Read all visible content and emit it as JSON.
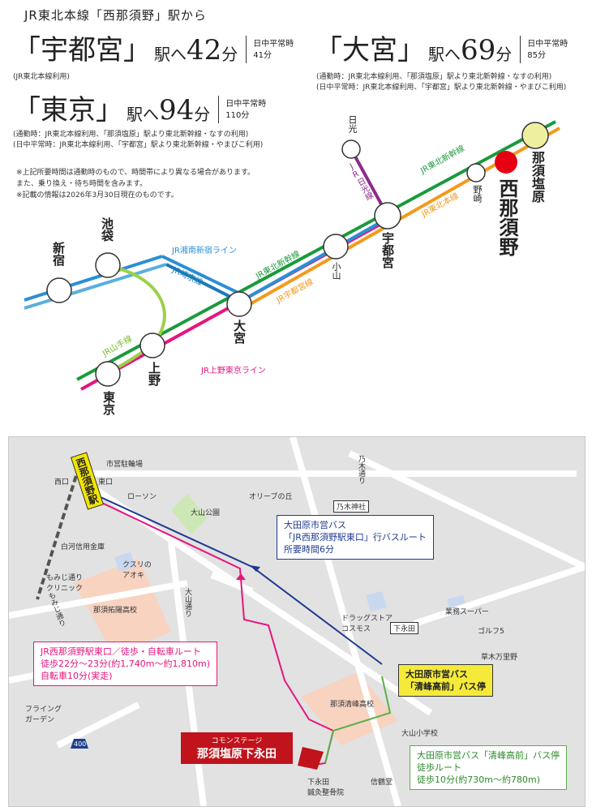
{
  "header": {
    "title": "JR東北本線「西那須野」駅から"
  },
  "access": [
    {
      "station": "「宇都宮」",
      "suffix": "駅へ",
      "minutes": "42",
      "unit": "分",
      "note1": "日中平常時",
      "note2": "41分",
      "sub": [
        "(JR東北本線利用)"
      ]
    },
    {
      "station": "「大宮」",
      "suffix": "駅へ",
      "minutes": "69",
      "unit": "分",
      "note1": "日中平常時",
      "note2": "85分",
      "sub": [
        "(通勤時：JR東北本線利用、「那須塩原」駅より東北新幹線・なすの利用)",
        "(日中平常時：JR東北本線利用、「宇都宮」駅より東北新幹線・やまびこ利用)"
      ]
    },
    {
      "station": "「東京」",
      "suffix": "駅へ",
      "minutes": "94",
      "unit": "分",
      "note1": "日中平常時",
      "note2": "110分",
      "sub": [
        "(通勤時：JR東北本線利用、「那須塩原」駅より東北新幹線・なすの利用)",
        "(日中平常時：JR東北本線利用、「宇都宮」駅より東北新幹線・やまびこ利用)"
      ]
    }
  ],
  "disclaimers": [
    "※上記所要時間は通勤時のもので、時間帯により異なる場合があります。",
    "また、乗り換え・待ち時間を含みます。",
    "※記載の情報は2026年3月30日現在のものです。"
  ],
  "route_map": {
    "stations": {
      "nishinasuno": "西那須野",
      "nasushiobara": "那須塩原",
      "nozaki": "野崎",
      "nikko": "日光",
      "utsunomiya": "宇都宮",
      "oyama": "小山",
      "omiya": "大宮",
      "ikebukuro": "池袋",
      "shinjuku": "新宿",
      "ueno": "上野",
      "tokyo": "東京"
    },
    "lines": {
      "shinkansen1": "JR東北新幹線",
      "honsen": "JR東北本線",
      "nikko": "JR日光線",
      "shonan": "JR湘南新宿ライン",
      "saikyo": "JR埼京線",
      "shinkansen2": "JR東北新幹線",
      "utsunomiya": "JR宇都宮線",
      "yamanote": "JR山手線",
      "ueno_tokyo": "JR上野東京ライン"
    },
    "colors": {
      "shinkansen": "#1a9a3c",
      "honsen": "#f39a1c",
      "nikko": "#8c2a8c",
      "shonan": "#2a8fd6",
      "saikyo": "#1a7ab8",
      "yamanote": "#9bd14a",
      "ueno_tokyo": "#e6157d",
      "current": "#e60012"
    }
  },
  "area_map": {
    "station_label": "西那須野駅",
    "labels": {
      "parking": "市営駐輪場",
      "west_exit": "西口",
      "east_exit": "東口",
      "lawson": "ローソン",
      "olive": "オリーブの丘",
      "nogi_street": "乃木通り",
      "nogi_shrine": "乃木神社",
      "oyama_park": "大山公園",
      "shirakawa_bank": "白河信用金庫",
      "kusuri": "クスリの\nアオキ",
      "momiji_clinic": "もみじ通り\nクリニック",
      "momiji_street": "もみじ通り",
      "takushoku": "那須拓陽高校",
      "oyama_street": "大山通り",
      "drugstore": "ドラッグストア\nコスモス",
      "shimonagata": "下永田",
      "gyomu": "業務スーパー",
      "golf": "ゴルフ5",
      "grass": "草木万里野",
      "seiho": "那須清峰高校",
      "oyama_school": "大山小学校",
      "flying": "フライング\nガーデン",
      "route400": "400",
      "seikotsu": "下永田\n鍼灸整骨院",
      "shinkakudo": "信鶴堂"
    },
    "bus_box": [
      "大田原市営バス",
      "「JR西那須野駅東口」行バスルート",
      "所要時間6分"
    ],
    "walk_box": [
      "JR西那須野駅東口／徒歩・自転車ルート",
      "徒歩22分～23分(約1,740m～約1,810m)",
      "自転車10分(実走)"
    ],
    "bus_stop_box": [
      "大田原市営バス",
      "「清峰高前」バス停"
    ],
    "walk_stop_box": [
      "大田原市営バス「清峰高前」バス停",
      "徒歩ルート",
      "徒歩10分(約730m～約780m)"
    ],
    "property": {
      "sub": "コモンステージ",
      "name": "那須塩原下永田"
    }
  }
}
